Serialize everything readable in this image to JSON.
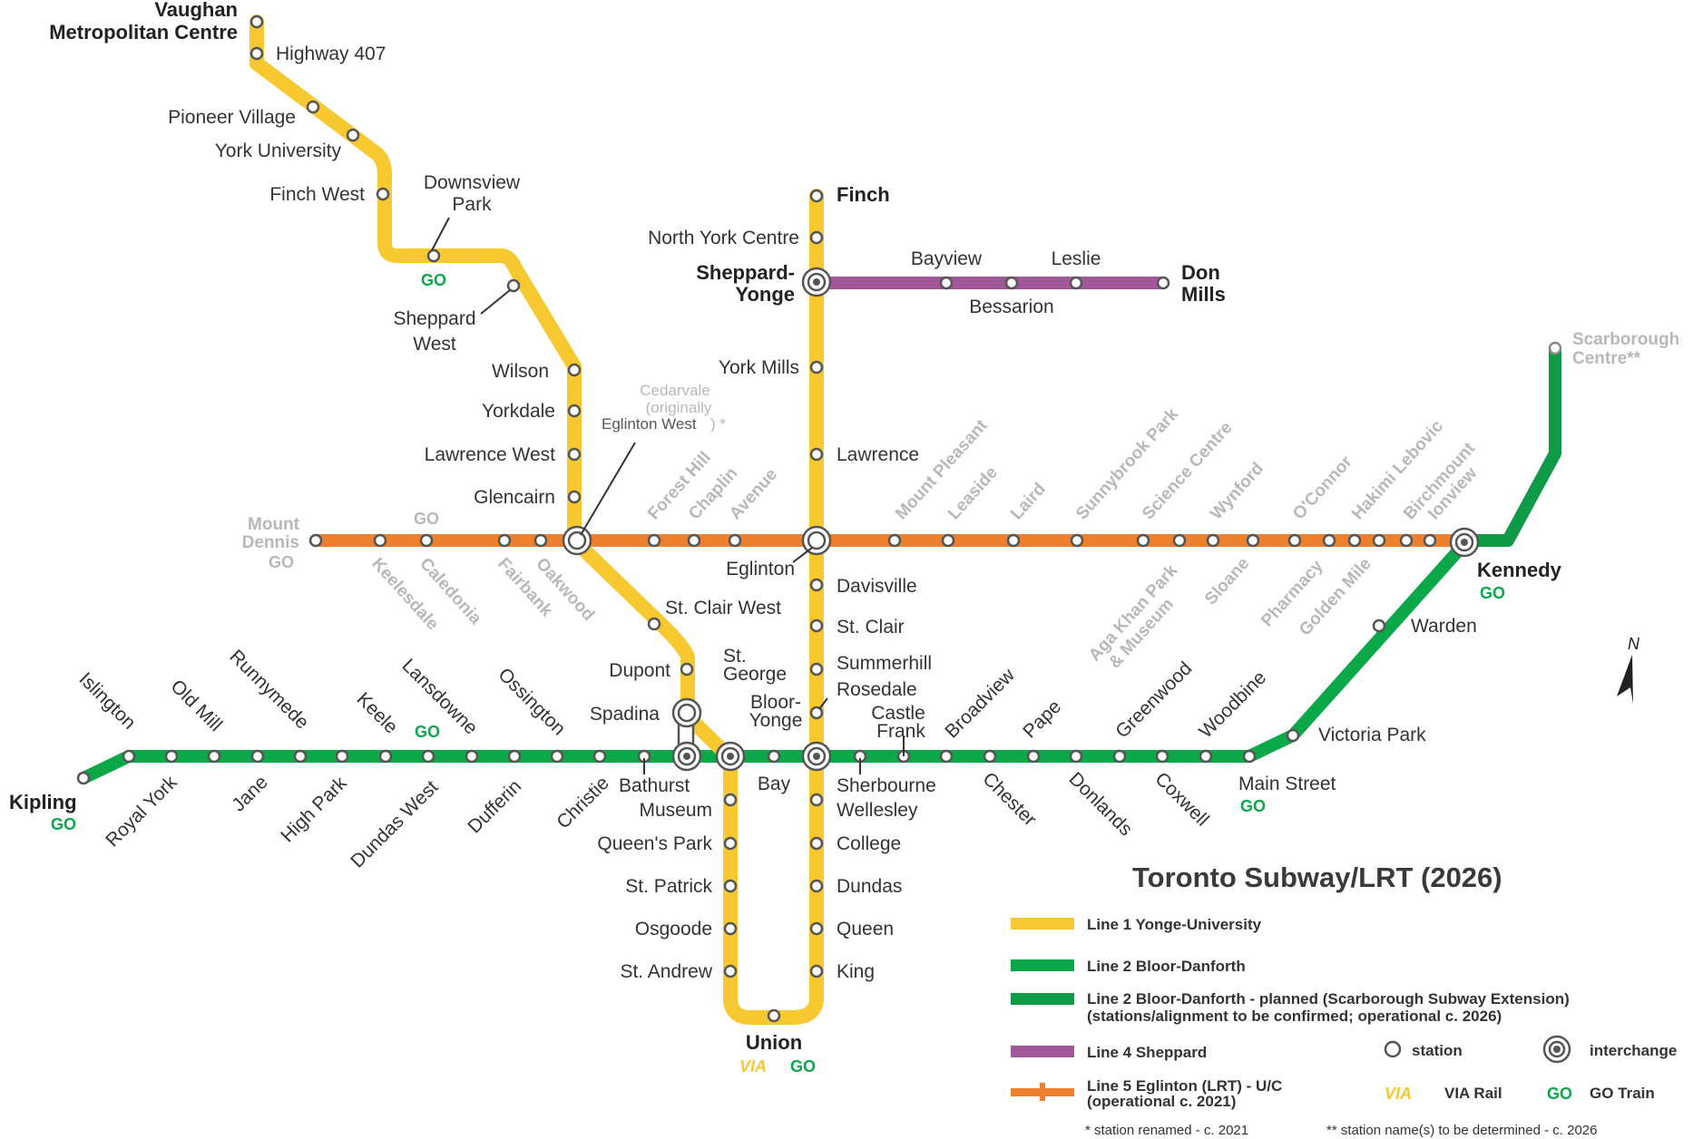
{
  "title": "Toronto Subway/LRT (2026)",
  "colors": {
    "line1": "#f7c830",
    "line2": "#0ba84a",
    "line2_planned": "#0f9a48",
    "line4": "#a2579a",
    "line5": "#ee7f2d",
    "go": "#0ba84a",
    "via": "#f7c830"
  },
  "line1_west": {
    "vaughan_a": "Vaughan",
    "vaughan_b": "Metropolitan Centre",
    "highway407": "Highway 407",
    "pioneer": "Pioneer Village",
    "york_u": "York University",
    "finch_west": "Finch West",
    "downsview_a": "Downsview",
    "downsview_b": "Park",
    "sheppard_west_a": "Sheppard",
    "sheppard_west_b": "West",
    "wilson": "Wilson",
    "yorkdale": "Yorkdale",
    "lawrence_west": "Lawrence West",
    "glencairn": "Glencairn",
    "cedarvale_a": "Cedarvale",
    "cedarvale_b": "(originally",
    "cedarvale_c": "Eglinton West",
    "cedarvale_d": ") *",
    "st_clair_west": "St. Clair West",
    "dupont": "Dupont",
    "spadina": "Spadina",
    "st_george_a": "St.",
    "st_george_b": "George",
    "museum": "Museum",
    "queens_park": "Queen's Park",
    "st_patrick": "St. Patrick",
    "osgoode": "Osgoode",
    "st_andrew": "St. Andrew",
    "union": "Union"
  },
  "line1_east": {
    "finch": "Finch",
    "north_york": "North York Centre",
    "sheppard_yonge_a": "Sheppard-",
    "sheppard_yonge_b": "Yonge",
    "york_mills": "York Mills",
    "lawrence": "Lawrence",
    "eglinton": "Eglinton",
    "davisville": "Davisville",
    "st_clair": "St. Clair",
    "summerhill": "Summerhill",
    "rosedale": "Rosedale",
    "bloor_yonge_a": "Bloor-",
    "bloor_yonge_b": "Yonge",
    "wellesley": "Wellesley",
    "college": "College",
    "dundas": "Dundas",
    "queen": "Queen",
    "king": "King"
  },
  "line4": {
    "bayview": "Bayview",
    "bessarion": "Bessarion",
    "leslie": "Leslie",
    "don_mills_a": "Don",
    "don_mills_b": "Mills"
  },
  "line2": {
    "kipling": "Kipling",
    "islington": "Islington",
    "royal_york": "Royal York",
    "old_mill": "Old Mill",
    "jane": "Jane",
    "runnymede": "Runnymede",
    "high_park": "High Park",
    "keele": "Keele",
    "dundas_west": "Dundas West",
    "lansdowne": "Lansdowne",
    "dufferin": "Dufferin",
    "ossington": "Ossington",
    "christie": "Christie",
    "bathurst": "Bathurst",
    "bay": "Bay",
    "sherbourne": "Sherbourne",
    "castle_frank_a": "Castle",
    "castle_frank_b": "Frank",
    "broadview": "Broadview",
    "chester": "Chester",
    "pape": "Pape",
    "donlands": "Donlands",
    "greenwood": "Greenwood",
    "coxwell": "Coxwell",
    "woodbine": "Woodbine",
    "main_street": "Main Street",
    "victoria_park": "Victoria Park",
    "warden": "Warden",
    "kennedy": "Kennedy",
    "scarborough_a": "Scarborough",
    "scarborough_b": "Centre**"
  },
  "line5": {
    "mount_dennis_a": "Mount",
    "mount_dennis_b": "Dennis",
    "keelesdale": "Keelesdale",
    "caledonia": "Caledonia",
    "fairbank": "Fairbank",
    "oakwood": "Oakwood",
    "forest_hill": "Forest Hill",
    "chaplin": "Chaplin",
    "avenue": "Avenue",
    "mount_pleasant": "Mount Pleasant",
    "leaside": "Leaside",
    "laird": "Laird",
    "sunnybrook": "Sunnybrook Park",
    "science_centre": "Science Centre",
    "aga_khan_a": "Aga Khan Park",
    "aga_khan_b": "& Museum",
    "wynford": "Wynford",
    "sloane": "Sloane",
    "oconnor": "O'Connor",
    "pharmacy": "Pharmacy",
    "hakimi": "Hakimi Lebovic",
    "golden_mile": "Golden Mile",
    "birchmount": "Birchmount",
    "ionview": "Ionview"
  },
  "logos": {
    "go": "GO",
    "via": "VIA"
  },
  "compass": "N",
  "legend": {
    "l1": "Line 1 Yonge-University",
    "l2": "Line 2 Bloor-Danforth",
    "l2p_a": "Line 2 Bloor-Danforth - planned (Scarborough Subway Extension)",
    "l2p_b": "(stations/alignment to be confirmed; operational c. 2026)",
    "l4": "Line 4 Sheppard",
    "l5_a": "Line 5 Eglinton (LRT) -  U/C",
    "l5_b": "(operational c. 2021)",
    "station": "station",
    "interchange": "interchange",
    "via": "VIA Rail",
    "go": "GO Train",
    "note1": "*  station renamed - c. 2021",
    "note2": "**  station name(s) to be determined - c. 2026"
  }
}
